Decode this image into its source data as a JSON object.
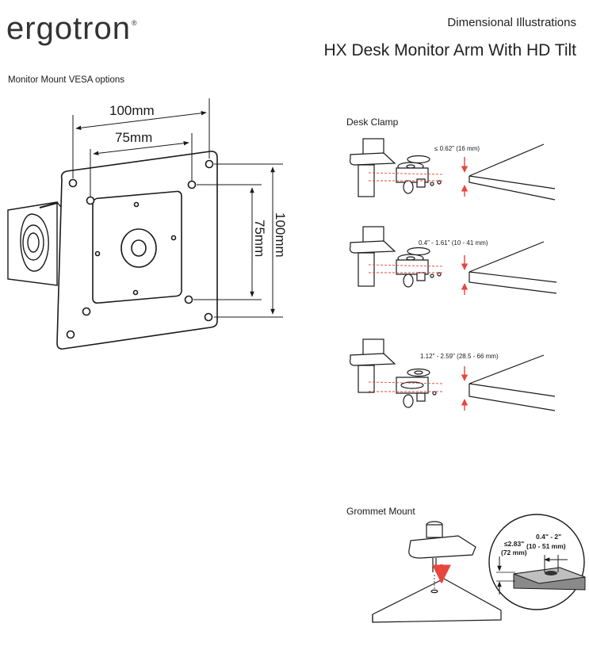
{
  "header": {
    "logo_text": "ergotron",
    "logo_mark": "®",
    "doc_type": "Dimensional Illustrations",
    "product": "HX Desk Monitor Arm With HD Tilt"
  },
  "vesa": {
    "title": "Monitor Mount VESA options",
    "dim_100_horizontal": "100mm",
    "dim_75_horizontal": "75mm",
    "dim_75_vertical": "75mm",
    "dim_100_vertical": "100mm"
  },
  "desk_clamp": {
    "title": "Desk Clamp",
    "options": [
      {
        "range_label": "≤ 0.62\" (16 mm)"
      },
      {
        "range_label": "0.4\" - 1.61\" (10 - 41 mm)"
      },
      {
        "range_label": "1.12\" - 2.59\" (28.5 - 66 mm)"
      }
    ]
  },
  "grommet": {
    "title": "Grommet Mount",
    "thickness_label_1": "≤2.83\"",
    "thickness_label_2": "(72 mm)",
    "hole_label_1": "0.4\" - 2\"",
    "hole_label_2": "(10 - 51 mm)"
  },
  "colors": {
    "arrow_red": "#e8453c",
    "line": "#1a1a1a"
  }
}
